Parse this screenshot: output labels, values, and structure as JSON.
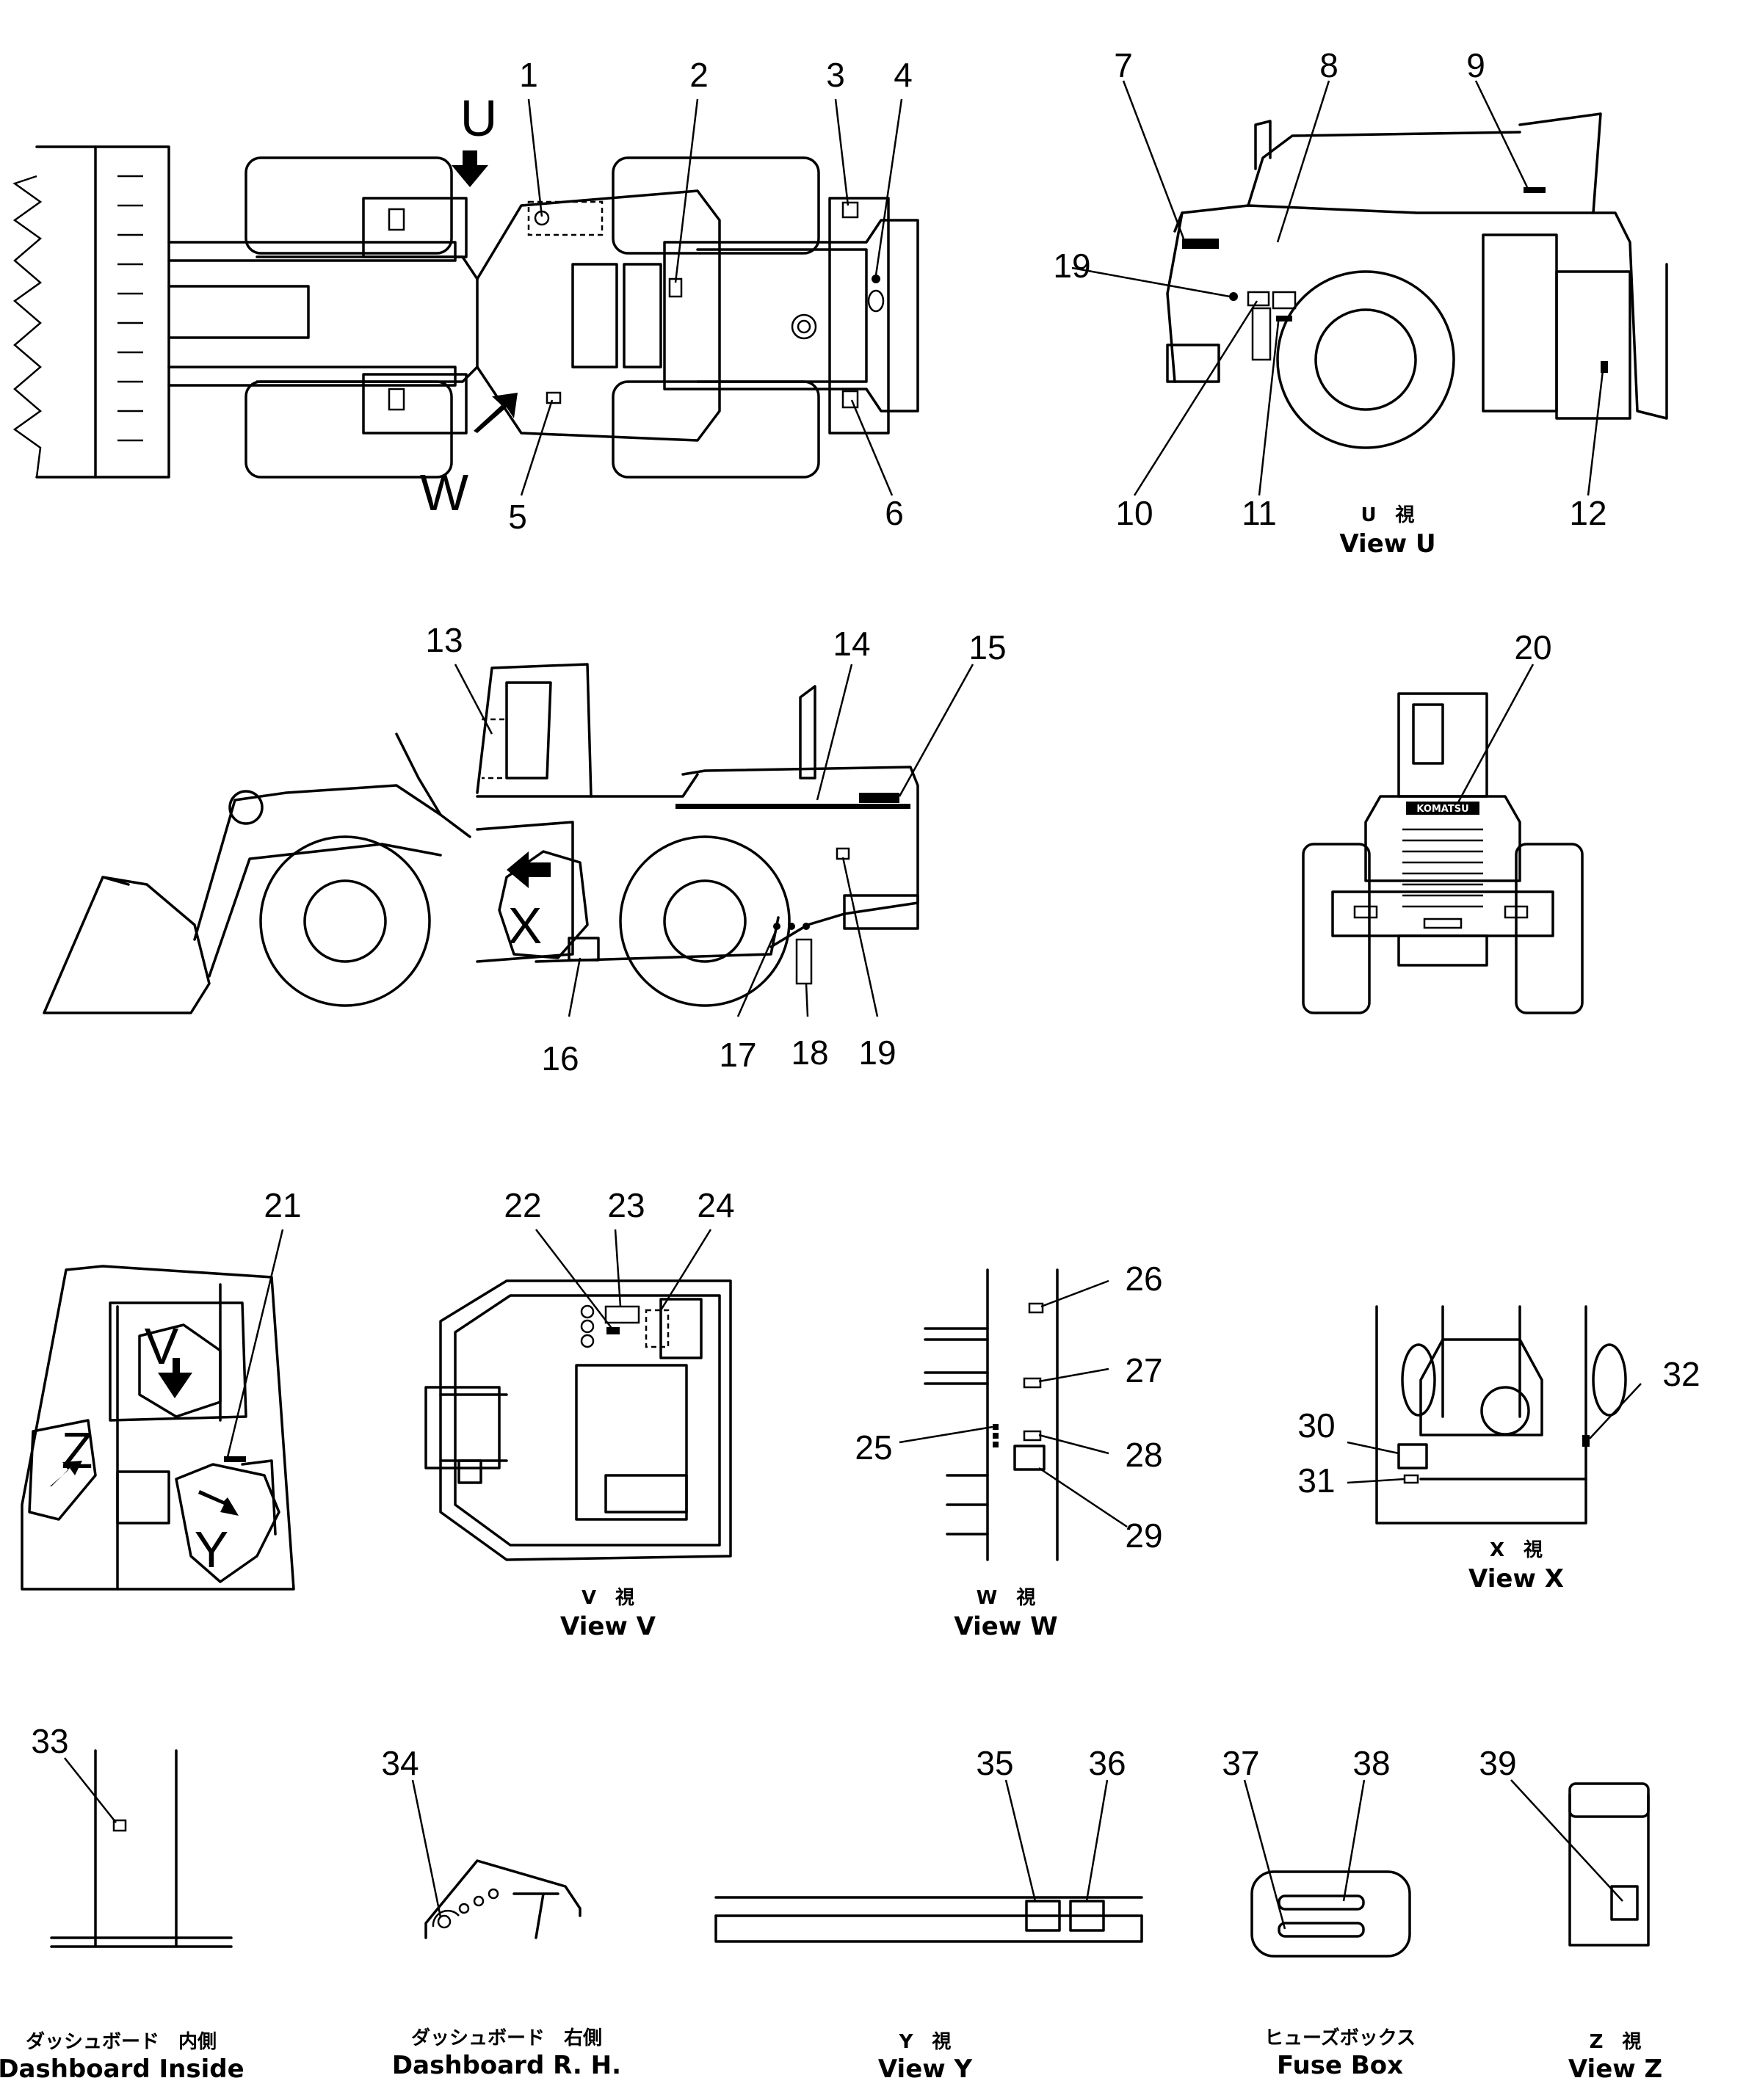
{
  "callouts": [
    "1",
    "2",
    "3",
    "4",
    "5",
    "6",
    "7",
    "8",
    "9",
    "10",
    "11",
    "12",
    "13",
    "14",
    "15",
    "16",
    "17",
    "18",
    "19",
    "20",
    "21",
    "22",
    "23",
    "24",
    "25",
    "26",
    "27",
    "28",
    "29",
    "30",
    "31",
    "32",
    "33",
    "34",
    "35",
    "36",
    "37",
    "38",
    "39"
  ],
  "view_markers": {
    "U": "U",
    "W": "W",
    "X": "X",
    "V": "V",
    "Y": "Y",
    "Z": "Z"
  },
  "captions": {
    "view_u": {
      "ja": "U　視",
      "en": "View U"
    },
    "view_v": {
      "ja": "V　視",
      "en": "View V"
    },
    "view_w": {
      "ja": "W　視",
      "en": "View W"
    },
    "view_x": {
      "ja": "X　視",
      "en": "View X"
    },
    "view_y": {
      "ja": "Y　視",
      "en": "View Y"
    },
    "view_z": {
      "ja": "Z　視",
      "en": "View Z"
    },
    "dash_inside": {
      "ja": "ダッシュボード　内側",
      "en": "Dashboard Inside"
    },
    "dash_rh": {
      "ja": "ダッシュボード　右側",
      "en": "Dashboard R. H."
    },
    "fuse_box": {
      "ja": "ヒューズボックス",
      "en": "Fuse Box"
    }
  },
  "brand_plate": "KOMATSU"
}
